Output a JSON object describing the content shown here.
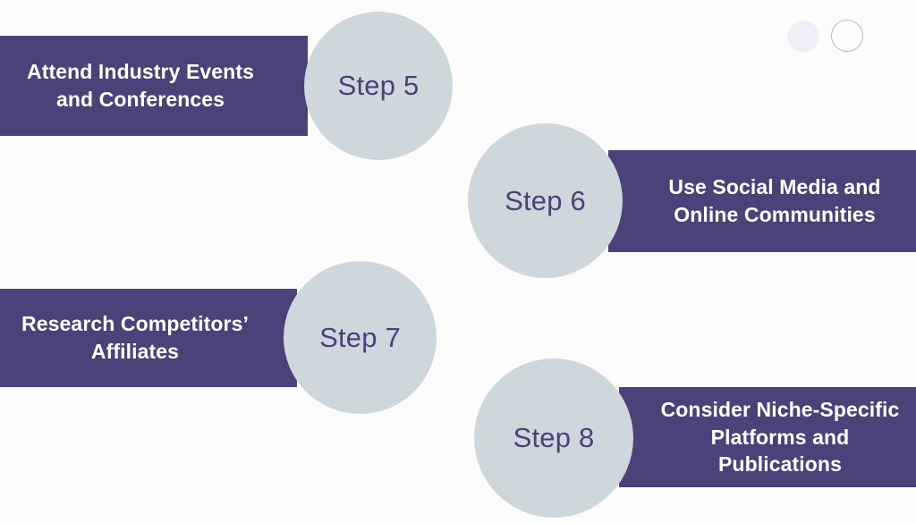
{
  "background_color": "#fcfcfd",
  "theme": {
    "bar_color": "#4a4279",
    "circle_color": "#ced7dc",
    "bar_text_color": "#ffffff",
    "circle_text_color": "#4a4276",
    "deco_fill_color": "#f1f0f8",
    "deco_outline_color": "#b9b4d4"
  },
  "decor": {
    "dot_filled_name": "decorative-circle-filled",
    "dot_outline_name": "decorative-circle-outline"
  },
  "steps": [
    {
      "badge": "Step 5",
      "title": "Attend Industry Events\nand Conferences",
      "side": "left"
    },
    {
      "badge": "Step 6",
      "title": "Use Social Media and\nOnline Communities",
      "side": "right"
    },
    {
      "badge": "Step 7",
      "title": "Research Competitors’\nAffiliates",
      "side": "left"
    },
    {
      "badge": "Step 8",
      "title": "Consider Niche-Specific\nPlatforms and\nPublications",
      "side": "right"
    }
  ]
}
